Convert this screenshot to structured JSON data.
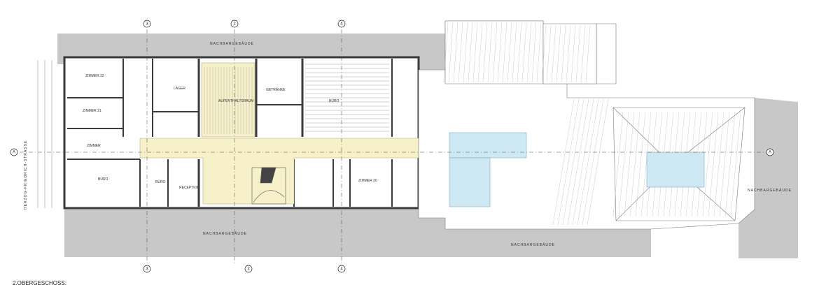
{
  "drawing": {
    "title": "2.OBERGESCHOSS:",
    "street_label": "HERZOG-FRIEDRICH-STRASSE",
    "neighbor_labels": [
      "NACHBARGEBÄUDE",
      "NACHBARGEBÄUDE",
      "NACHBARGEBÄUDE",
      "NACHBARGEBÄUDE"
    ],
    "grid_axes": {
      "vertical": [
        "3",
        "2",
        "4",
        "3",
        "2",
        "4"
      ],
      "horizontal": [
        "A",
        "A"
      ]
    },
    "rooms": [
      "ZIMMER 22",
      "ZIMMER 21",
      "ZIMMER",
      "BÜRO",
      "LAGER",
      "AUFENTHALTSRAUM",
      "GETRÄNKE",
      "BÜRO",
      "BÜRO",
      "RECEPTION",
      "ZIMMER 20"
    ],
    "colors": {
      "neighbor_fill": "#c8c8c8",
      "corridor_fill": "#f6f1c9",
      "skylight_fill": "#cfe9f4",
      "wall": "#3a3a3a",
      "line": "#777777"
    }
  }
}
